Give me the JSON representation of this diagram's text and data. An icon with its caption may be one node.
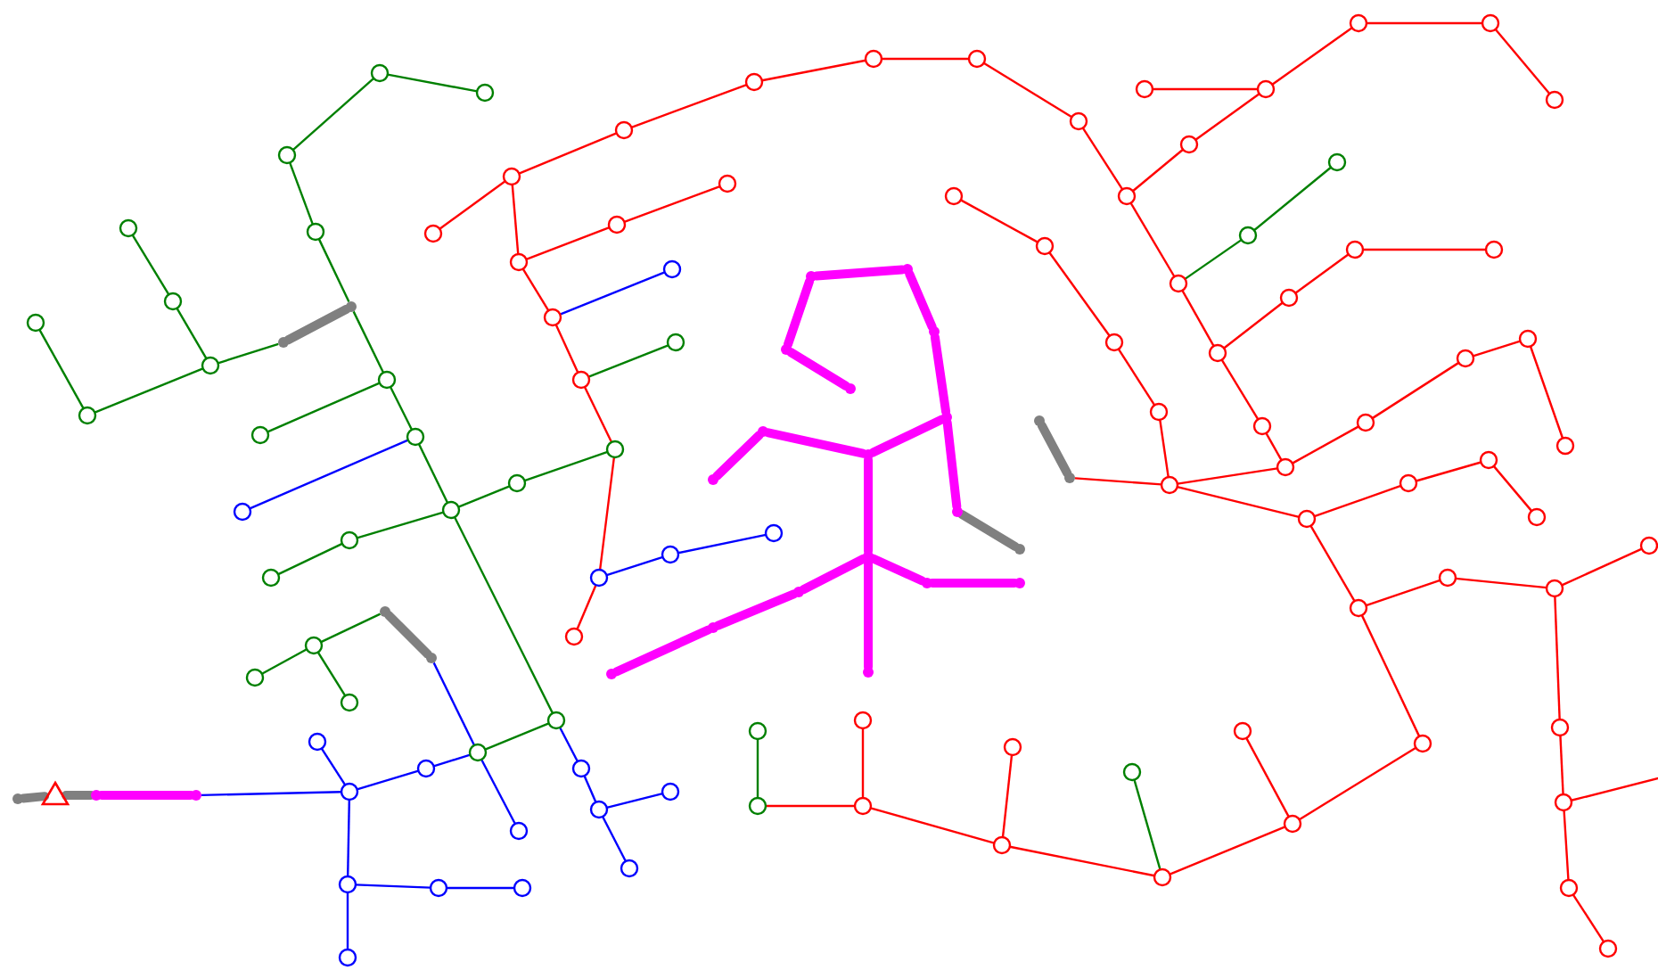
{
  "diagram": {
    "nodes": [
      {
        "text": [],
        "shape": "circle"
      },
      {
        "text": [],
        "shape": "circle"
      },
      {
        "text": [],
        "shape": "circle"
      },
      {
        "text": [],
        "shape": "circle"
      },
      {
        "text": [],
        "shape": "dot"
      },
      {
        "text": [],
        "shape": "dot"
      },
      {
        "text": [],
        "shape": "circle"
      },
      {
        "text": [],
        "shape": "circle"
      },
      {
        "text": [],
        "shape": "circle"
      },
      {
        "text": [],
        "shape": "circle"
      },
      {
        "text": [],
        "shape": "circle"
      },
      {
        "text": [],
        "shape": "circle"
      },
      {
        "text": [],
        "shape": "circle"
      },
      {
        "text": [],
        "shape": "circle"
      },
      {
        "text": [],
        "shape": "circle"
      },
      {
        "text": [],
        "shape": "circle"
      },
      {
        "text": [],
        "shape": "circle"
      },
      {
        "text": [],
        "shape": "circle"
      },
      {
        "text": [],
        "shape": "circle"
      },
      {
        "text": [],
        "shape": "circle"
      },
      {
        "text": [],
        "shape": "circle"
      },
      {
        "text": [],
        "shape": "circle"
      },
      {
        "text": [],
        "shape": "circle"
      },
      {
        "text": [],
        "shape": "circle"
      },
      {
        "text": [],
        "shape": "circle"
      },
      {
        "text": [],
        "shape": "circle"
      },
      {
        "text": [],
        "shape": "circle"
      },
      {
        "text": [],
        "shape": "circle"
      },
      {
        "text": [],
        "shape": "circle"
      },
      {
        "text": [],
        "shape": "circle"
      },
      {
        "text": [],
        "shape": "circle"
      },
      {
        "text": [],
        "shape": "circle"
      },
      {
        "text": [],
        "shape": "circle"
      },
      {
        "text": [],
        "shape": "circle"
      },
      {
        "text": [],
        "shape": "circle"
      },
      {
        "text": [],
        "shape": "circle"
      },
      {
        "text": [],
        "shape": "circle"
      },
      {
        "text": [],
        "shape": "circle"
      },
      {
        "text": [],
        "shape": "circle"
      },
      {
        "text": [],
        "shape": "circle"
      },
      {
        "text": [],
        "shape": "circle"
      },
      {
        "text": [],
        "shape": "circle"
      },
      {
        "text": [],
        "shape": "circle"
      },
      {
        "text": [],
        "shape": "circle"
      },
      {
        "text": [],
        "shape": "circle"
      },
      {
        "text": [],
        "shape": "circle"
      },
      {
        "text": [],
        "shape": "circle"
      },
      {
        "text": [],
        "shape": "circle"
      },
      {
        "text": [],
        "shape": "circle"
      },
      {
        "text": [],
        "shape": "circle"
      },
      {
        "text": [],
        "shape": "circle"
      },
      {
        "text": [],
        "shape": "circle"
      },
      {
        "text": [],
        "shape": "circle"
      },
      {
        "text": [],
        "shape": "circle"
      },
      {
        "text": [],
        "shape": "circle"
      },
      {
        "text": [],
        "shape": "circle"
      },
      {
        "text": [],
        "shape": "circle"
      },
      {
        "text": [],
        "shape": "circle"
      },
      {
        "text": [],
        "shape": "circle"
      },
      {
        "text": [],
        "shape": "circle"
      },
      {
        "text": [],
        "shape": "circle"
      },
      {
        "text": [],
        "shape": "circle"
      },
      {
        "text": [],
        "shape": "circle"
      },
      {
        "text": [],
        "shape": "circle"
      },
      {
        "text": [],
        "shape": "circle"
      },
      {
        "text": [],
        "shape": "circle"
      },
      {
        "text": [],
        "shape": "circle"
      },
      {
        "text": [],
        "shape": "circle"
      },
      {
        "text": [],
        "shape": "dot"
      },
      {
        "text": [],
        "shape": "dot"
      },
      {
        "text": [],
        "shape": "circle"
      },
      {
        "text": [],
        "shape": "circle"
      },
      {
        "text": [],
        "shape": "circle"
      },
      {
        "text": [],
        "shape": "circle"
      },
      {
        "text": [],
        "shape": "circle"
      },
      {
        "text": [],
        "shape": "circle"
      },
      {
        "text": [],
        "shape": "circle"
      },
      {
        "text": [],
        "shape": "circle"
      },
      {
        "text": [],
        "shape": "circle"
      },
      {
        "text": [],
        "shape": "circle"
      },
      {
        "text": [],
        "shape": "circle"
      },
      {
        "text": [],
        "shape": "circle"
      },
      {
        "text": [],
        "shape": "circle"
      },
      {
        "text": [],
        "shape": "circle"
      },
      {
        "text": [],
        "shape": "circle"
      },
      {
        "text": [],
        "shape": "circle"
      },
      {
        "text": [],
        "shape": "circle"
      },
      {
        "text": [],
        "shape": "circle"
      },
      {
        "text": [],
        "shape": "circle"
      },
      {
        "text": [],
        "shape": "circle"
      },
      {
        "text": [],
        "shape": "circle"
      },
      {
        "text": [],
        "shape": "circle"
      },
      {
        "text": [],
        "shape": "circle"
      },
      {
        "text": [],
        "shape": "circle"
      },
      {
        "text": [],
        "shape": "circle"
      },
      {
        "text": [],
        "shape": "circle"
      },
      {
        "text": [],
        "shape": "circle"
      },
      {
        "text": [],
        "shape": "circle"
      },
      {
        "text": [],
        "shape": "circle"
      },
      {
        "text": [],
        "shape": "circle"
      },
      {
        "text": [],
        "shape": "circle"
      },
      {
        "text": [],
        "shape": "dot"
      },
      {
        "text": [],
        "shape": "dot"
      },
      {
        "text": [],
        "shape": "triangle"
      },
      {
        "text": [],
        "shape": "dot"
      },
      {
        "text": [],
        "shape": "dot"
      },
      {
        "text": [],
        "shape": "dot"
      },
      {
        "text": [],
        "shape": "circle"
      },
      {
        "text": [],
        "shape": "circle"
      },
      {
        "text": [],
        "shape": "circle"
      },
      {
        "text": [],
        "shape": "dot"
      },
      {
        "text": [],
        "shape": "dot"
      },
      {
        "text": [],
        "shape": "dot"
      },
      {
        "text": [],
        "shape": "dot"
      },
      {
        "text": [],
        "shape": "dot"
      },
      {
        "text": [],
        "shape": "dot"
      },
      {
        "text": [],
        "shape": "dot"
      },
      {
        "text": [],
        "shape": "dot"
      },
      {
        "text": [],
        "shape": "dot"
      },
      {
        "text": [],
        "shape": "dot"
      },
      {
        "text": [],
        "shape": "dot"
      },
      {
        "text": [],
        "shape": "dot"
      },
      {
        "text": [],
        "shape": "dot"
      },
      {
        "text": [],
        "shape": "dot"
      },
      {
        "text": [],
        "shape": "dot"
      },
      {
        "text": [],
        "shape": "dot"
      },
      {
        "text": [],
        "shape": "dot"
      },
      {
        "text": [],
        "shape": "dot"
      },
      {
        "text": [],
        "shape": "circle"
      }
    ],
    "edges": [
      {
        "from": 0,
        "to": 1,
        "arrow": "none",
        "color": "#008000"
      },
      {
        "from": 0,
        "to": 2,
        "arrow": "none",
        "color": "#008000"
      },
      {
        "from": 2,
        "to": 3,
        "arrow": "none",
        "color": "#008000"
      },
      {
        "from": 3,
        "to": 4,
        "arrow": "none",
        "color": "#008000"
      },
      {
        "from": 4,
        "to": 11,
        "arrow": "none",
        "color": "#008000"
      },
      {
        "from": 5,
        "to": 4,
        "arrow": "none",
        "style": "thick",
        "color": "#808080"
      },
      {
        "from": 6,
        "to": 5,
        "arrow": "none",
        "color": "#008000"
      },
      {
        "from": 6,
        "to": 7,
        "arrow": "none",
        "color": "#008000"
      },
      {
        "from": 7,
        "to": 8,
        "arrow": "none",
        "color": "#008000"
      },
      {
        "from": 10,
        "to": 6,
        "arrow": "none",
        "color": "#008000"
      },
      {
        "from": 9,
        "to": 10,
        "arrow": "none",
        "color": "#008000"
      },
      {
        "from": 11,
        "to": 12,
        "arrow": "none",
        "color": "#008000"
      },
      {
        "from": 11,
        "to": 13,
        "arrow": "none",
        "color": "#008000"
      },
      {
        "from": 13,
        "to": 14,
        "arrow": "none",
        "color": "#0000ff"
      },
      {
        "from": 13,
        "to": 15,
        "arrow": "none",
        "color": "#008000"
      },
      {
        "from": 15,
        "to": 16,
        "arrow": "none",
        "color": "#008000"
      },
      {
        "from": 16,
        "to": 17,
        "arrow": "none",
        "color": "#008000"
      },
      {
        "from": 15,
        "to": 18,
        "arrow": "none",
        "color": "#008000"
      },
      {
        "from": 18,
        "to": 19,
        "arrow": "none",
        "color": "#008000"
      },
      {
        "from": 15,
        "to": 20,
        "arrow": "none",
        "color": "#008000"
      },
      {
        "from": 20,
        "to": 21,
        "arrow": "none",
        "color": "#0000ff"
      },
      {
        "from": 21,
        "to": 22,
        "arrow": "none",
        "color": "#0000ff"
      },
      {
        "from": 22,
        "to": 23,
        "arrow": "none",
        "color": "#0000ff"
      },
      {
        "from": 22,
        "to": 24,
        "arrow": "none",
        "color": "#0000ff"
      },
      {
        "from": 25,
        "to": 26,
        "arrow": "none"
      },
      {
        "from": 25,
        "to": 27,
        "arrow": "none"
      },
      {
        "from": 27,
        "to": 28,
        "arrow": "none"
      },
      {
        "from": 28,
        "to": 29,
        "arrow": "none"
      },
      {
        "from": 27,
        "to": 30,
        "arrow": "none"
      },
      {
        "from": 30,
        "to": 31,
        "arrow": "none",
        "color": "#0000ff"
      },
      {
        "from": 30,
        "to": 32,
        "arrow": "none"
      },
      {
        "from": 32,
        "to": 33,
        "arrow": "none",
        "color": "#008000"
      },
      {
        "from": 32,
        "to": 19,
        "arrow": "none"
      },
      {
        "from": 19,
        "to": 34,
        "arrow": "none"
      },
      {
        "from": 34,
        "to": 35,
        "arrow": "none"
      },
      {
        "from": 34,
        "to": 36,
        "arrow": "none",
        "color": "#0000ff"
      },
      {
        "from": 36,
        "to": 37,
        "arrow": "none",
        "color": "#0000ff"
      },
      {
        "from": 25,
        "to": 38,
        "arrow": "none"
      },
      {
        "from": 38,
        "to": 39,
        "arrow": "none"
      },
      {
        "from": 39,
        "to": 40,
        "arrow": "none"
      },
      {
        "from": 40,
        "to": 41,
        "arrow": "none"
      },
      {
        "from": 41,
        "to": 42,
        "arrow": "none"
      },
      {
        "from": 42,
        "to": 43,
        "arrow": "none"
      },
      {
        "from": 43,
        "to": 44,
        "arrow": "none"
      },
      {
        "from": 44,
        "to": 45,
        "arrow": "none"
      },
      {
        "from": 45,
        "to": 46,
        "arrow": "none"
      },
      {
        "from": 46,
        "to": 47,
        "arrow": "none"
      },
      {
        "from": 47,
        "to": 48,
        "arrow": "none"
      },
      {
        "from": 45,
        "to": 49,
        "arrow": "none"
      },
      {
        "from": 43,
        "to": 50,
        "arrow": "none"
      },
      {
        "from": 50,
        "to": 51,
        "arrow": "none",
        "color": "#008000"
      },
      {
        "from": 51,
        "to": 52,
        "arrow": "none",
        "color": "#008000"
      },
      {
        "from": 50,
        "to": 53,
        "arrow": "none"
      },
      {
        "from": 53,
        "to": 54,
        "arrow": "none"
      },
      {
        "from": 54,
        "to": 55,
        "arrow": "none"
      },
      {
        "from": 55,
        "to": 56,
        "arrow": "none"
      },
      {
        "from": 53,
        "to": 57,
        "arrow": "none"
      },
      {
        "from": 57,
        "to": 58,
        "arrow": "none"
      },
      {
        "from": 58,
        "to": 59,
        "arrow": "none"
      },
      {
        "from": 59,
        "to": 60,
        "arrow": "none"
      },
      {
        "from": 60,
        "to": 61,
        "arrow": "none"
      },
      {
        "from": 61,
        "to": 62,
        "arrow": "none"
      },
      {
        "from": 63,
        "to": 64,
        "arrow": "none"
      },
      {
        "from": 64,
        "to": 65,
        "arrow": "none"
      },
      {
        "from": 65,
        "to": 66,
        "arrow": "none"
      },
      {
        "from": 66,
        "to": 67,
        "arrow": "none"
      },
      {
        "from": 68,
        "to": 69,
        "arrow": "none",
        "style": "thick",
        "color": "#808080"
      },
      {
        "from": 69,
        "to": 67,
        "arrow": "none"
      },
      {
        "from": 67,
        "to": 58,
        "arrow": "none"
      },
      {
        "from": 67,
        "to": 70,
        "arrow": "none"
      },
      {
        "from": 70,
        "to": 71,
        "arrow": "none"
      },
      {
        "from": 71,
        "to": 72,
        "arrow": "none"
      },
      {
        "from": 72,
        "to": 73,
        "arrow": "none"
      },
      {
        "from": 70,
        "to": 74,
        "arrow": "none"
      },
      {
        "from": 74,
        "to": 75,
        "arrow": "none"
      },
      {
        "from": 75,
        "to": 76,
        "arrow": "none"
      },
      {
        "from": 76,
        "to": 77,
        "arrow": "none"
      },
      {
        "from": 76,
        "to": 78,
        "arrow": "none"
      },
      {
        "from": 78,
        "to": 79,
        "arrow": "none"
      },
      {
        "from": 79,
        "to": 80,
        "arrow": "none"
      },
      {
        "from": 80,
        "to": 81,
        "arrow": "none"
      },
      {
        "from": 79,
        "to": null,
        "arrow": "none"
      },
      {
        "from": 74,
        "to": 82,
        "arrow": "none"
      },
      {
        "from": 82,
        "to": 83,
        "arrow": "none"
      },
      {
        "from": 83,
        "to": 84,
        "arrow": "none"
      },
      {
        "from": 83,
        "to": 85,
        "arrow": "none"
      },
      {
        "from": 85,
        "to": 86,
        "arrow": "none",
        "color": "#008000"
      },
      {
        "from": 85,
        "to": 87,
        "arrow": "none"
      },
      {
        "from": 87,
        "to": 88,
        "arrow": "none"
      },
      {
        "from": 87,
        "to": 89,
        "arrow": "none"
      },
      {
        "from": 89,
        "to": 90,
        "arrow": "none"
      },
      {
        "from": 89,
        "to": 91,
        "arrow": "none"
      },
      {
        "from": 91,
        "to": 92,
        "arrow": "none",
        "color": "#008000"
      },
      {
        "from": 104,
        "to": 103,
        "arrow": "none",
        "style": "thick",
        "color": "#808080"
      },
      {
        "from": 103,
        "to": 102,
        "arrow": "none",
        "style": "thick",
        "color": "#808080"
      },
      {
        "from": 102,
        "to": 101,
        "arrow": "none",
        "style": "thick",
        "color": "#ff00ff"
      },
      {
        "from": 101,
        "to": 93,
        "arrow": "none",
        "color": "#0000ff"
      },
      {
        "from": 93,
        "to": 94,
        "arrow": "none",
        "color": "#0000ff"
      },
      {
        "from": 93,
        "to": 95,
        "arrow": "none",
        "color": "#0000ff"
      },
      {
        "from": 95,
        "to": 96,
        "arrow": "none",
        "color": "#0000ff"
      },
      {
        "from": 93,
        "to": 97,
        "arrow": "none",
        "color": "#0000ff"
      },
      {
        "from": 97,
        "to": 98,
        "arrow": "none",
        "color": "#0000ff"
      },
      {
        "from": 98,
        "to": 99,
        "arrow": "none",
        "color": "#0000ff"
      },
      {
        "from": 97,
        "to": 100,
        "arrow": "none",
        "color": "#0000ff"
      },
      {
        "from": 96,
        "to": 20,
        "arrow": "none",
        "color": "#008000"
      },
      {
        "from": 105,
        "to": 106,
        "arrow": "none",
        "style": "thick",
        "color": "#808080"
      },
      {
        "from": 106,
        "to": 96,
        "arrow": "none",
        "color": "#0000ff"
      },
      {
        "from": 96,
        "to": 128,
        "arrow": "none",
        "color": "#0000ff"
      },
      {
        "from": 105,
        "to": 107,
        "arrow": "none",
        "color": "#008000"
      },
      {
        "from": 107,
        "to": 108,
        "arrow": "none",
        "color": "#008000"
      },
      {
        "from": 107,
        "to": 109,
        "arrow": "none",
        "color": "#008000"
      },
      {
        "from": 110,
        "to": 111,
        "arrow": "none",
        "style": "thick",
        "color": "#ff00ff"
      },
      {
        "from": 111,
        "to": 112,
        "arrow": "none",
        "style": "thick",
        "color": "#ff00ff"
      },
      {
        "from": 112,
        "to": 113,
        "arrow": "none",
        "style": "thick",
        "color": "#ff00ff"
      },
      {
        "from": 113,
        "to": 114,
        "arrow": "none",
        "style": "thick",
        "color": "#ff00ff"
      },
      {
        "from": 114,
        "to": 115,
        "arrow": "none",
        "style": "thick",
        "color": "#ff00ff"
      },
      {
        "from": 115,
        "to": 116,
        "arrow": "none",
        "style": "thick",
        "color": "#ff00ff"
      },
      {
        "from": 116,
        "to": 117,
        "arrow": "none",
        "style": "thick",
        "color": "#808080"
      },
      {
        "from": 115,
        "to": 118,
        "arrow": "none",
        "style": "thick",
        "color": "#ff00ff"
      },
      {
        "from": 118,
        "to": 119,
        "arrow": "none",
        "style": "thick",
        "color": "#ff00ff"
      },
      {
        "from": 119,
        "to": 120,
        "arrow": "none",
        "style": "thick",
        "color": "#ff00ff"
      },
      {
        "from": 118,
        "to": 121,
        "arrow": "none",
        "style": "thick",
        "color": "#ff00ff"
      },
      {
        "from": 121,
        "to": 122,
        "arrow": "none",
        "style": "thick",
        "color": "#ff00ff"
      },
      {
        "from": 122,
        "to": 123,
        "arrow": "none",
        "style": "thick",
        "color": "#ff00ff"
      },
      {
        "from": 121,
        "to": 124,
        "arrow": "none",
        "style": "thick",
        "color": "#ff00ff"
      },
      {
        "from": 121,
        "to": 125,
        "arrow": "none",
        "style": "thick",
        "color": "#ff00ff"
      },
      {
        "from": 125,
        "to": 126,
        "arrow": "none",
        "style": "thick",
        "color": "#ff00ff"
      },
      {
        "from": 126,
        "to": 127,
        "arrow": "none",
        "style": "thick",
        "color": "#ff00ff"
      }
    ]
  }
}
